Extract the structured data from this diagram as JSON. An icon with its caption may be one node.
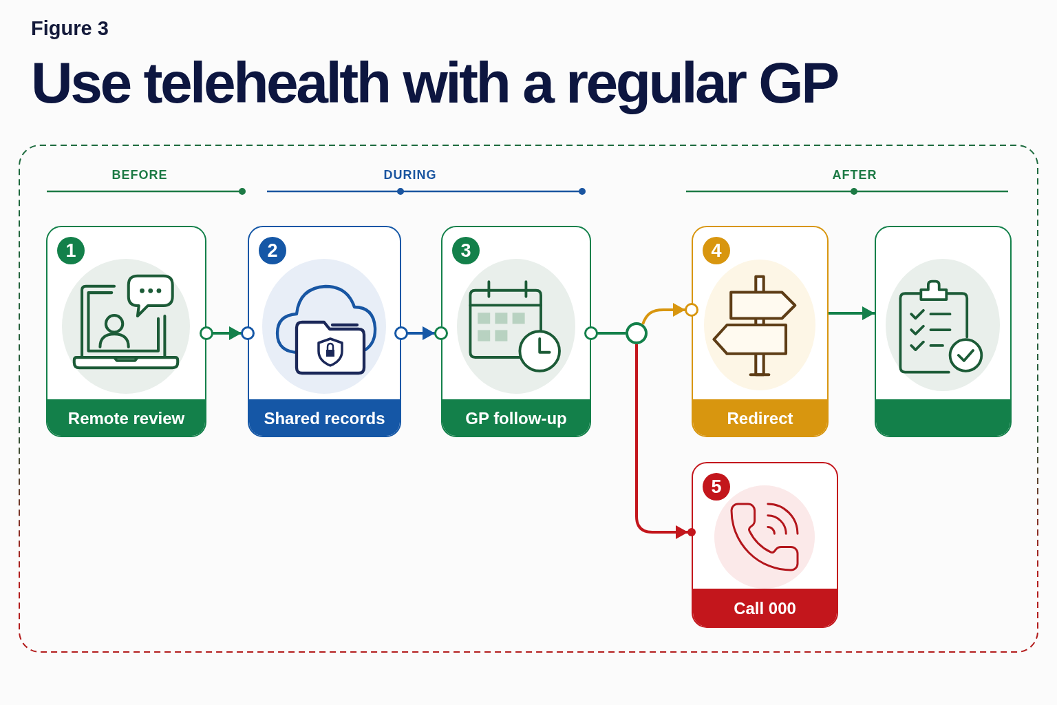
{
  "diagram": {
    "title": "Use telehealth with a regular GP",
    "nodes": [
      {
        "text": [],
        "shape": "box"
      },
      {
        "text": [
          "1",
          "Remote review"
        ],
        "in": 0
      },
      {
        "text": [
          "2",
          "Shared records"
        ],
        "in": 0
      },
      {
        "text": [
          "3",
          "GP follow-up"
        ],
        "in": 0
      },
      {
        "text": [],
        "shape": "circle",
        "in": 0
      },
      {
        "text": [
          "4",
          "Redirect"
        ],
        "in": 0
      },
      {
        "text": [],
        "shape": "box",
        "in": 0
      },
      {
        "text": [
          "5",
          "Call 000"
        ],
        "in": 0
      }
    ],
    "edges": [
      {
        "from": 1,
        "to": 2,
        "arrow": "to"
      },
      {
        "from": 2,
        "to": 3,
        "arrow": "to",
        "color": "#1557a6"
      },
      {
        "from": 3,
        "to": 4,
        "arrow": "other"
      },
      {
        "from": 4,
        "to": 5,
        "arrow": "to",
        "color": "#d8960f"
      },
      {
        "from": 4,
        "to": 7,
        "arrow": "to",
        "color": "#c3161c"
      },
      {
        "from": 5,
        "to": 6,
        "arrow": "to"
      }
    ],
    "labels": [
      "Figure 3",
      "BEFORE",
      "DURING",
      "AFTER"
    ]
  }
}
